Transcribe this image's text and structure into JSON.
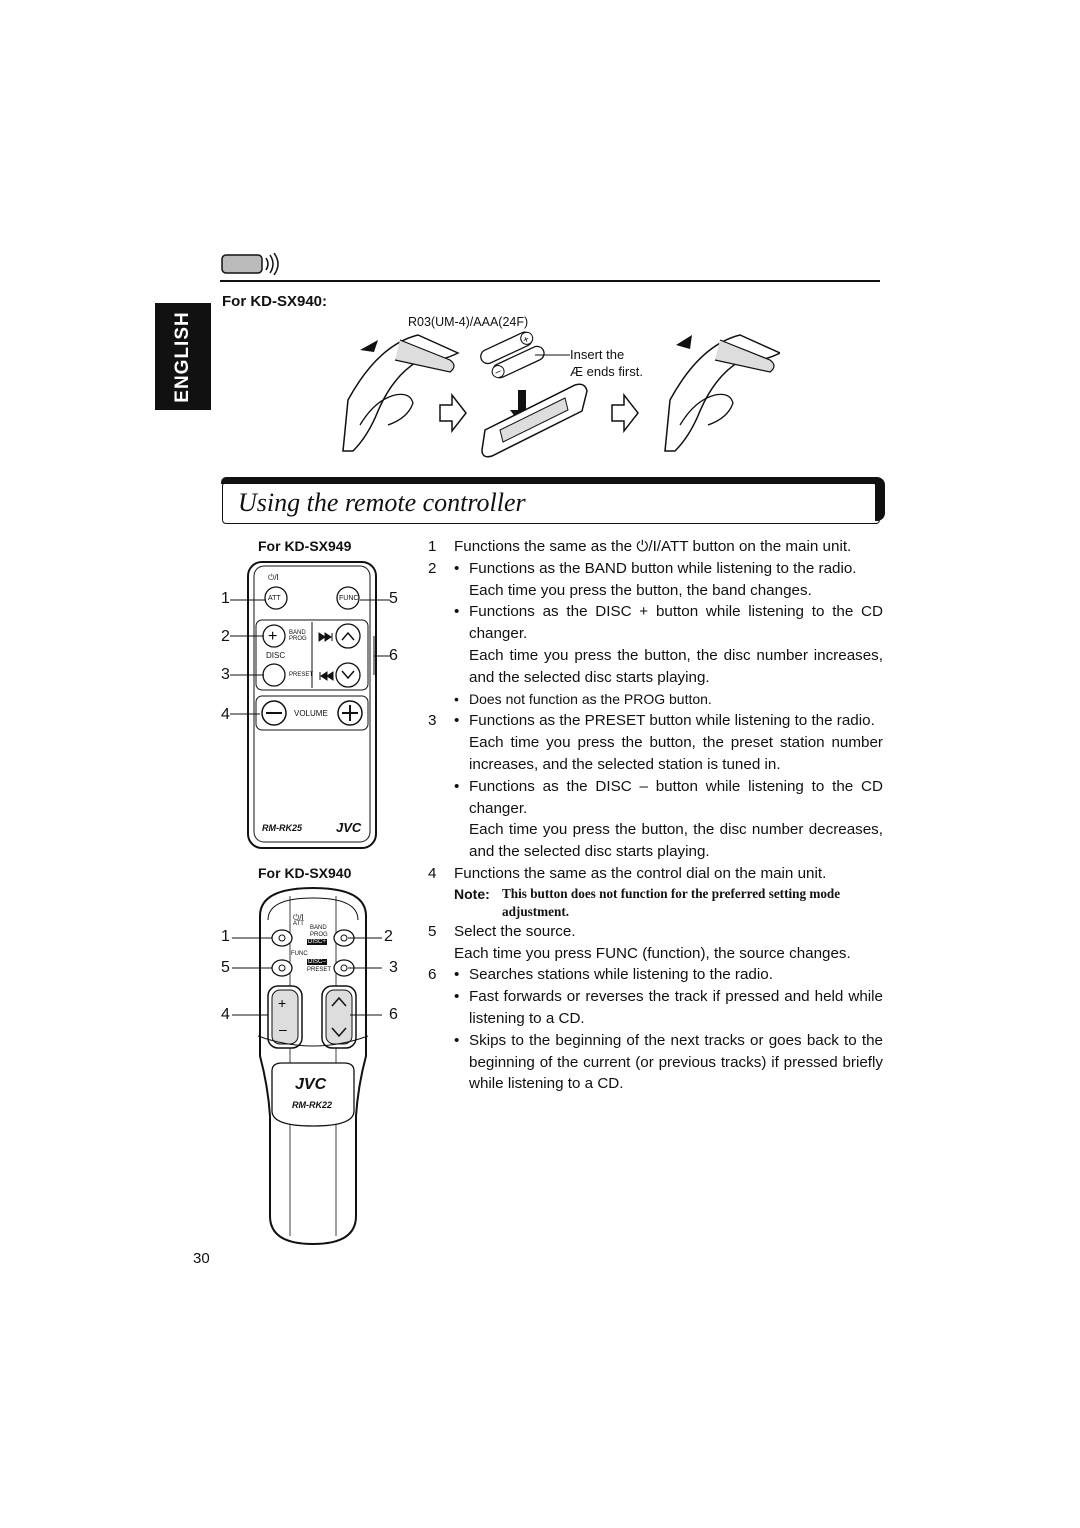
{
  "page": {
    "language_tab": "ENGLISH",
    "page_number": "30"
  },
  "battery": {
    "model_label": "For KD-SX940:",
    "battery_type": "R03(UM-4)/AAA(24F)",
    "insert_note_1": "Insert the",
    "insert_note_2": "Æ  ends first."
  },
  "section": {
    "title": "Using the remote controller"
  },
  "remote_sx949": {
    "label": "For KD-SX949",
    "power_mark": "⏻/I",
    "att": "ATT",
    "func": "FUNC",
    "band": "BAND",
    "prog": "PROG",
    "disc": "DISC",
    "preset": "PRESET",
    "volume": "VOLUME",
    "model": "RM-RK25",
    "brand": "JVC",
    "callouts": [
      "1",
      "2",
      "3",
      "4",
      "5",
      "6"
    ]
  },
  "remote_sx940": {
    "label": "For KD-SX940",
    "power_mark": "⏻/I",
    "att": "ATT",
    "band": "BAND",
    "prog": "PROG",
    "disc_plus": "DISC+",
    "func": "FUNC",
    "disc_minus": "DISC–",
    "preset": "PRESET",
    "brand": "JVC",
    "model": "RM-RK22",
    "callouts": [
      "1",
      "5",
      "4",
      "2",
      "3",
      "6"
    ]
  },
  "instructions": {
    "i1_num": "1",
    "i1_text": "Functions the same as the  ⏻/I/ATT  button on the main unit.",
    "i2_num": "2",
    "i2_b1": "Functions as the BAND button while listening to the radio.",
    "i2_b1_cont": "Each time you press the button, the band changes.",
    "i2_b2": "Functions as the DISC + button while listening to the CD changer.",
    "i2_b2_cont": "Each time you press the button, the disc number increases, and the selected disc starts playing.",
    "i2_b3": "Does not function as the PROG button.",
    "i3_num": "3",
    "i3_b1": "Functions as the PRESET button while listening to the radio.",
    "i3_b1_cont": "Each time you press the button, the preset station number increases, and the selected station is tuned in.",
    "i3_b2": "Functions as the DISC – button while listening to the CD changer.",
    "i3_b2_cont": "Each time you press the button, the disc number decreases, and the selected disc starts playing.",
    "i4_num": "4",
    "i4_text": "Functions the same as the control dial on the main unit.",
    "note_lead": "Note:",
    "note_text": "This button does not function for the preferred setting mode adjustment.",
    "i5_num": "5",
    "i5_text": "Select the source.",
    "i5_cont": "Each time you press FUNC (function), the source changes.",
    "i6_num": "6",
    "i6_b1": "Searches stations while listening to the radio.",
    "i6_b2": "Fast forwards or reverses the track if pressed and held while listening to a CD.",
    "i6_b3": "Skips to the beginning of the next tracks or goes back to the beginning of the current (or previous tracks) if pressed briefly while listening to a CD.",
    "bullet": "•"
  }
}
